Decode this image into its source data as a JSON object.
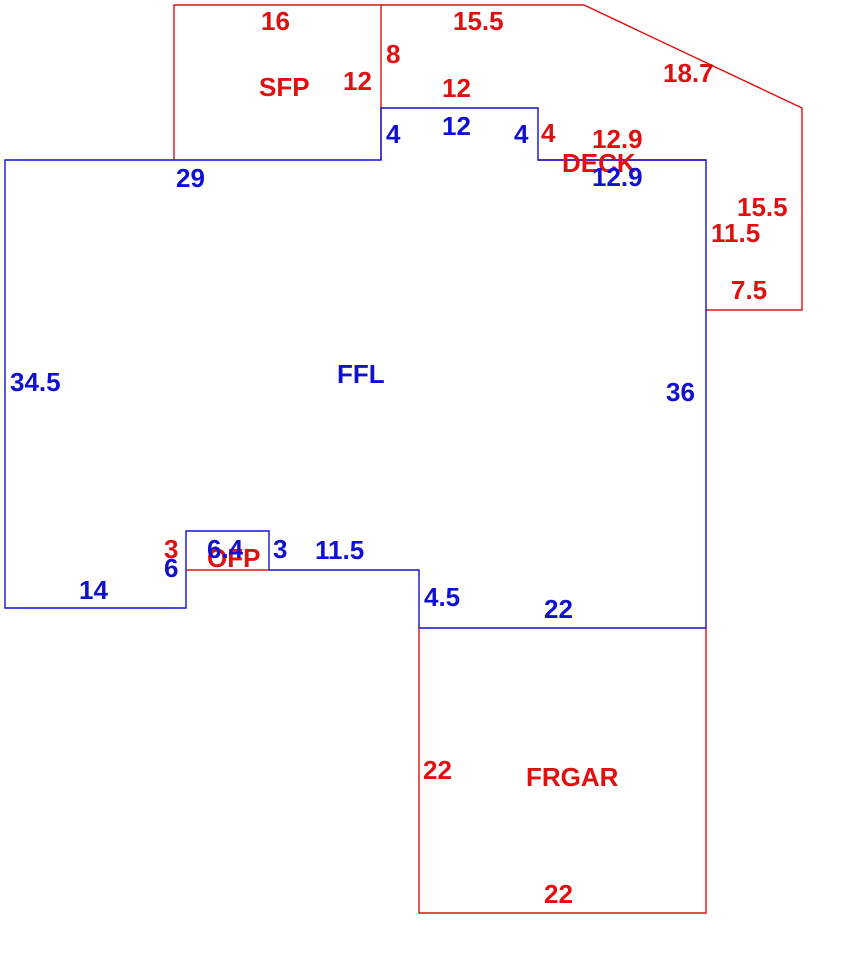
{
  "colors": {
    "red": "#e01010",
    "blue": "#1010d0",
    "background": "#ffffff"
  },
  "areas": {
    "sfp": "SFP",
    "ffl": "FFL",
    "deck": "DECK",
    "ofp": "OFP",
    "frgar": "FRGAR"
  },
  "dims": {
    "sfp_top": "16",
    "deck_top": "15.5",
    "deck_left": "8",
    "sfp_right": "12",
    "deck_diagonal": "18.7",
    "deck_bottom_step": "12",
    "ffl_notch_top": "12",
    "ffl_notch_left": "4",
    "ffl_notch_right": "4",
    "deck_notch_right": "4",
    "deck_inner": "12.9",
    "ffl_deck_edge": "12.9",
    "ffl_top_left": "29",
    "deck_right": "15.5",
    "deck_inner_right": "11.5",
    "deck_bottom": "7.5",
    "ffl_left": "34.5",
    "ffl_right": "36",
    "ofp_left": "3",
    "ofp_top": "6.4",
    "ffl_step_left": "6",
    "ofp_right": "3",
    "ffl_step_mid": "11.5",
    "ffl_bottom_left": "14",
    "ffl_step_drop": "4.5",
    "ffl_bottom_right": "22",
    "frgar_left": "22",
    "frgar_bottom": "22"
  }
}
